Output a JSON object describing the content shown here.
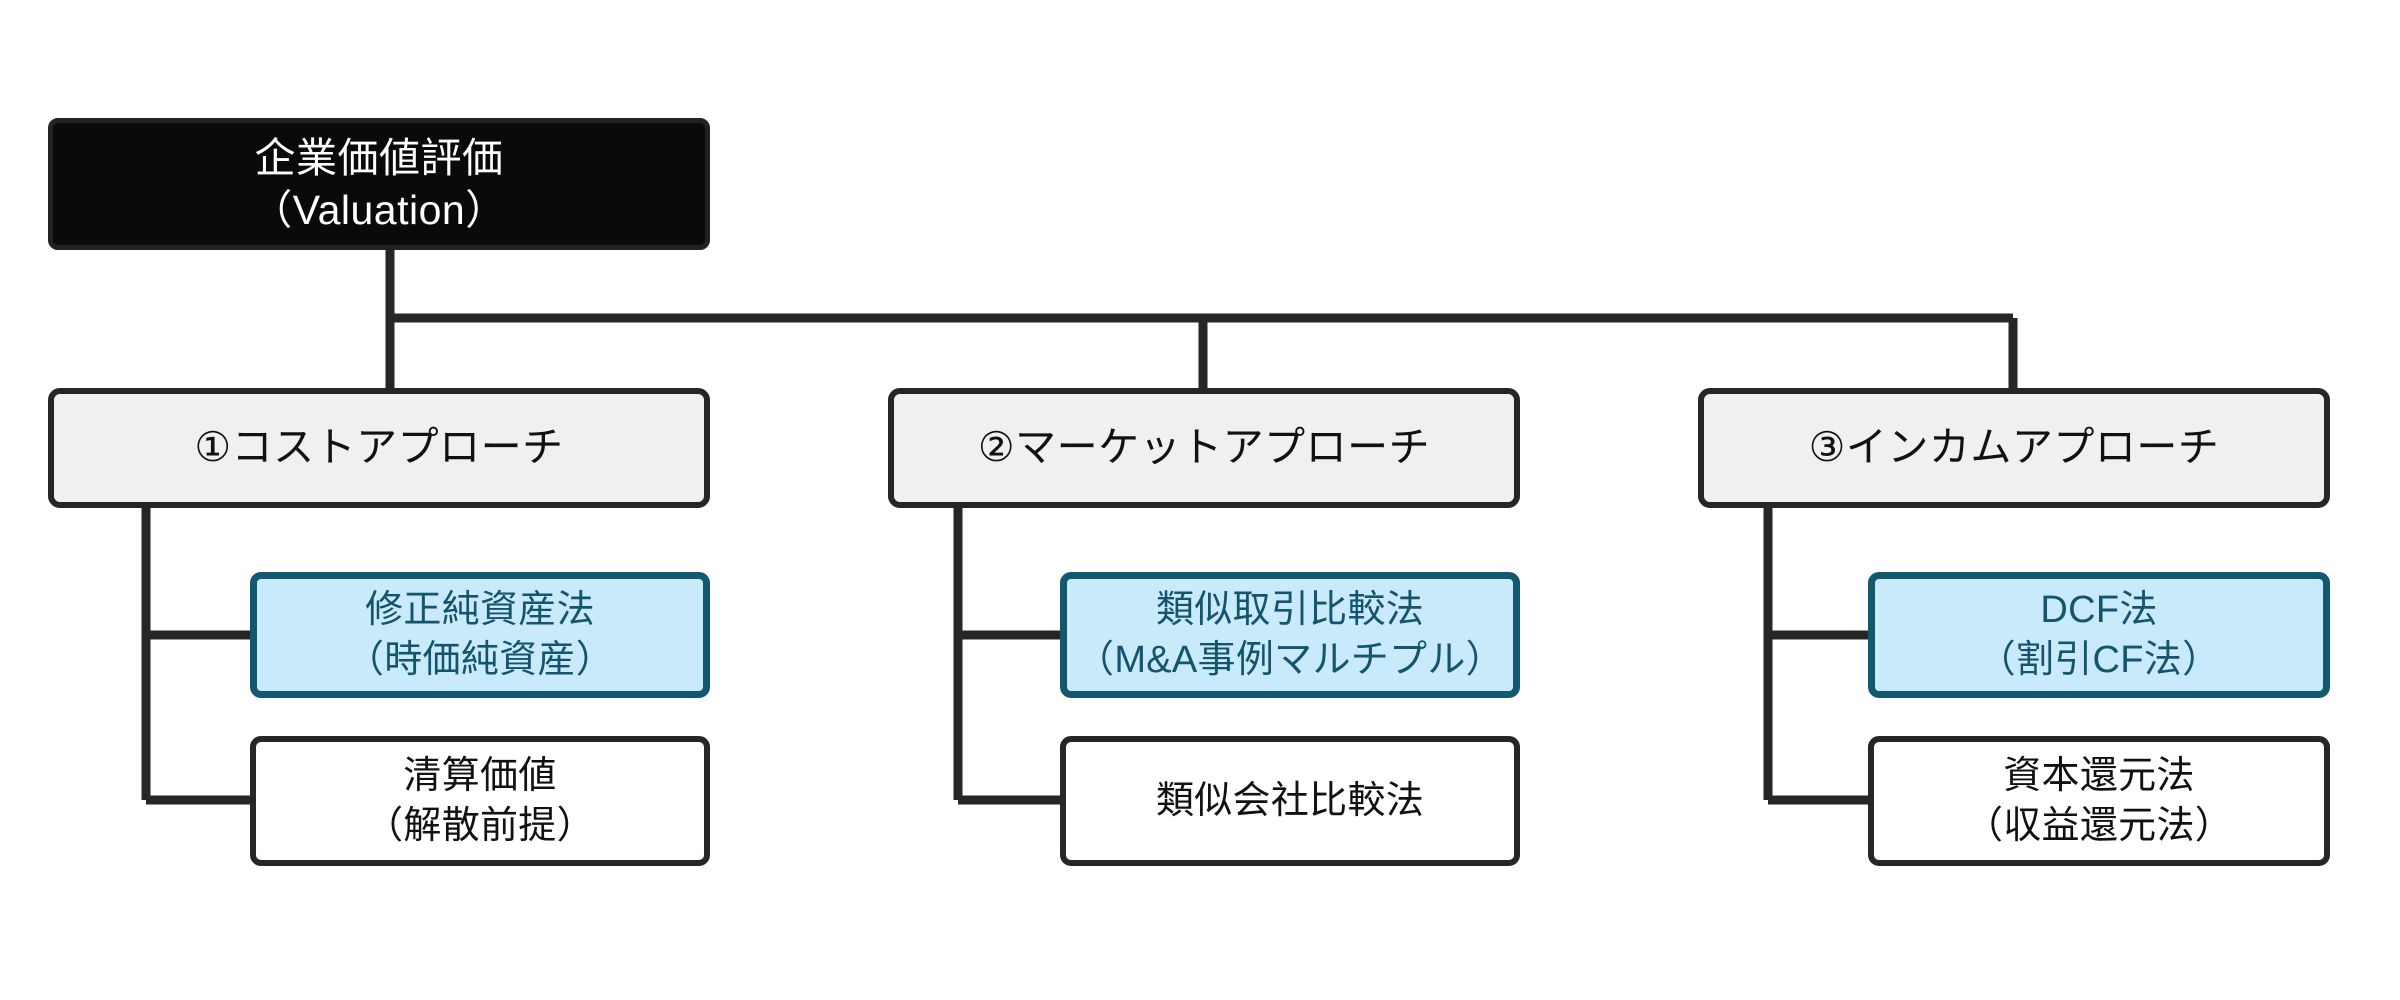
{
  "diagram": {
    "type": "tree-hierarchy",
    "orientation": "top-down-then-left-branching",
    "background_color": "#ffffff",
    "colors": {
      "root_fill": "#0a0a0a",
      "root_text": "#ffffff",
      "approach_fill": "#f0f0f0",
      "approach_border": "#262626",
      "approach_text": "#111111",
      "primary_fill": "#c8eafb",
      "primary_border": "#125870",
      "primary_text": "#14546d",
      "secondary_fill": "#ffffff",
      "secondary_border": "#262626",
      "secondary_text": "#111111",
      "connector": "#262626"
    }
  },
  "root": {
    "line1": "企業価値評価",
    "line2": "（Valuation）"
  },
  "branches": [
    {
      "header": "①コストアプローチ",
      "methods": [
        {
          "style": "primary",
          "line1": "修正純資産法",
          "line2": "（時価純資産）"
        },
        {
          "style": "secondary",
          "line1": "清算価値",
          "line2": "（解散前提）"
        }
      ]
    },
    {
      "header": "②マーケットアプローチ",
      "methods": [
        {
          "style": "primary",
          "line1": "類似取引比較法",
          "line2": "（M&A事例マルチプル）"
        },
        {
          "style": "secondary",
          "line1": "類似会社比較法",
          "line2": ""
        }
      ]
    },
    {
      "header": "③インカムアプローチ",
      "methods": [
        {
          "style": "primary",
          "line1": "DCF法",
          "line2": "（割引CF法）"
        },
        {
          "style": "secondary",
          "line1": "資本還元法",
          "line2": "（収益還元法）"
        }
      ]
    }
  ]
}
